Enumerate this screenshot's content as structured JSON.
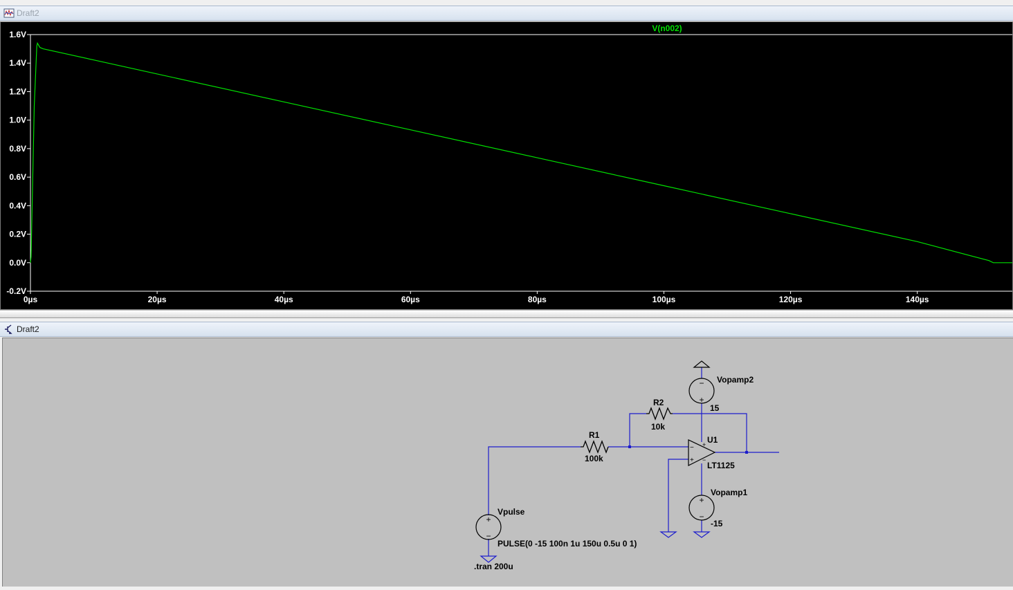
{
  "waveform_window": {
    "title": "Draft2",
    "trace_label": "V(n002)",
    "colors": {
      "background": "#000000",
      "trace": "#00e000",
      "axis": "#ffffff"
    }
  },
  "schematic_window": {
    "title": "Draft2",
    "components": {
      "vopamp2": {
        "name": "Vopamp2",
        "value": "15"
      },
      "vopamp1": {
        "name": "Vopamp1",
        "value": "-15"
      },
      "r1": {
        "name": "R1",
        "value": "100k"
      },
      "r2": {
        "name": "R2",
        "value": "10k"
      },
      "u1": {
        "name": "U1",
        "model": "LT1125"
      },
      "vpulse": {
        "name": "Vpulse",
        "value": "PULSE(0 -15 100n 1u 150u 0.5u 0 1)"
      }
    },
    "directive": ".tran 200u",
    "colors": {
      "background": "#c0c0c0",
      "wire": "#1c1ccc",
      "text": "#000000"
    }
  },
  "chart_data": {
    "type": "line",
    "title": "",
    "series": [
      {
        "name": "V(n002)",
        "x": [
          0,
          0.1,
          0.3,
          0.6,
          1.0,
          1.1,
          1.5,
          2.0,
          10,
          20,
          40,
          60,
          80,
          100,
          120,
          140,
          151.3,
          152,
          155
        ],
        "y": [
          0.0,
          0.04,
          0.45,
          1.1,
          1.52,
          1.54,
          1.51,
          1.5,
          1.422,
          1.324,
          1.128,
          0.932,
          0.736,
          0.54,
          0.344,
          0.148,
          0.015,
          0.0,
          0.0
        ]
      }
    ],
    "xlabel": "",
    "ylabel": "",
    "x_unit": "µs",
    "xlim": [
      0,
      155
    ],
    "ylim": [
      -0.2,
      1.6
    ],
    "x_ticks": [
      0,
      20,
      40,
      60,
      80,
      100,
      120,
      140
    ],
    "x_tick_labels": [
      "0µs",
      "20µs",
      "40µs",
      "60µs",
      "80µs",
      "100µs",
      "120µs",
      "140µs"
    ],
    "y_ticks": [
      1.6,
      1.4,
      1.2,
      1.0,
      0.8,
      0.6,
      0.4,
      0.2,
      0.0,
      -0.2
    ],
    "y_tick_labels": [
      "1.6V",
      "1.4V",
      "1.2V",
      "1.0V",
      "0.8V",
      "0.6V",
      "0.4V",
      "0.2V",
      "0.0V",
      "-0.2V"
    ],
    "grid": false,
    "legend": "top-center"
  }
}
